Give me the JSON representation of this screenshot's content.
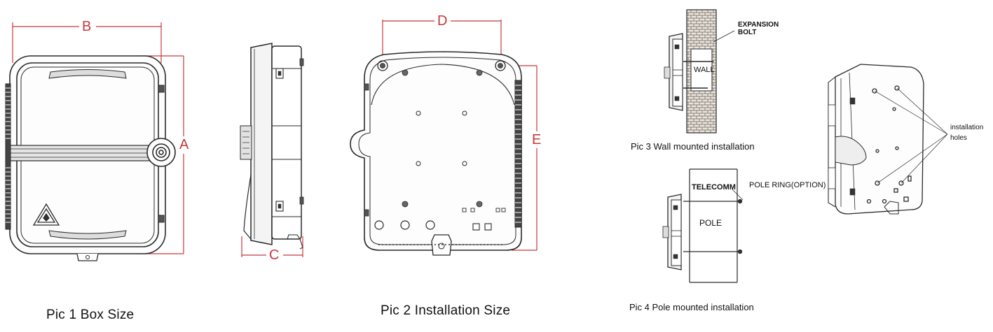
{
  "captions": {
    "pic1": "Pic 1  Box Size",
    "pic2": "Pic 2  Installation Size",
    "pic3": "Pic 3 Wall mounted installation",
    "pic4": "Pic 4 Pole mounted installation"
  },
  "dimensions": {
    "a": "A",
    "b": "B",
    "c": "C",
    "d": "D",
    "e": "E"
  },
  "annotations": {
    "expansion": "EXPANSION",
    "bolt": "BOLT",
    "wall": "WALL",
    "telecomm": "TELECOMM",
    "pole_ring": "POLE RING(OPTION)",
    "pole": "POLE",
    "installation": "installation",
    "holes": "holes"
  },
  "colors": {
    "dimension_red": "#c8383e",
    "line_dark": "#2a2a2a",
    "fill_light": "#f4f4f4"
  }
}
